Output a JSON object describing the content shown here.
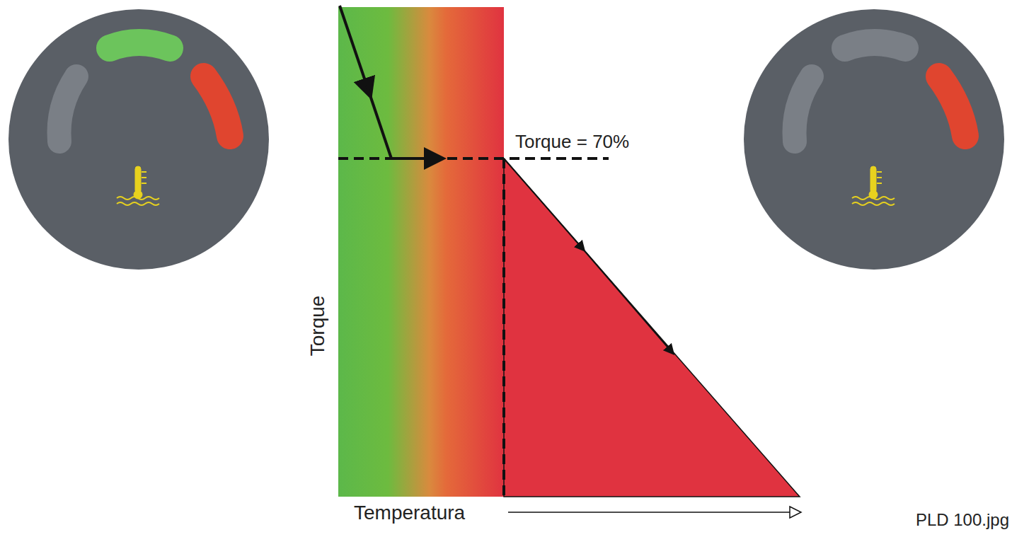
{
  "diagram": {
    "labels": [
      "Torque = 70%",
      "Torque",
      "Temperatura",
      "PLD 100.jpg"
    ]
  }
}
